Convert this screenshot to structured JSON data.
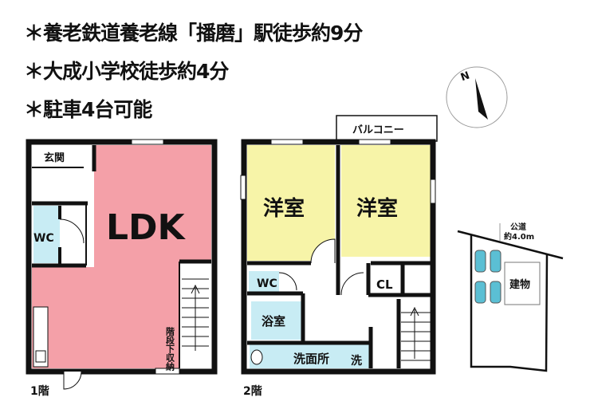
{
  "headlines": [
    "＊養老鉄道養老線「播磨」駅徒歩約9分",
    "＊大成小学校徒歩約4分",
    "＊駐車4台可能"
  ],
  "compass": {
    "label": "N"
  },
  "floor1": {
    "label": "1階",
    "rooms": {
      "genkan": "玄関",
      "wc": "WC",
      "ldk": "LDK",
      "storage": "階段下収納"
    }
  },
  "floor2": {
    "label": "2階",
    "rooms": {
      "balcony": "バルコニー",
      "western1": "洋室",
      "western2": "洋室",
      "wc": "WC",
      "cl": "CL",
      "bath": "浴室",
      "washroom": "洗面所",
      "washer": "洗"
    }
  },
  "site": {
    "road": "公道",
    "road_width": "約4.0m",
    "building": "建物"
  },
  "colors": {
    "ldk": "#f4a0a8",
    "western": "#f7f4a8",
    "wet": "#c8ecf4",
    "car": "#5bbfd4"
  }
}
